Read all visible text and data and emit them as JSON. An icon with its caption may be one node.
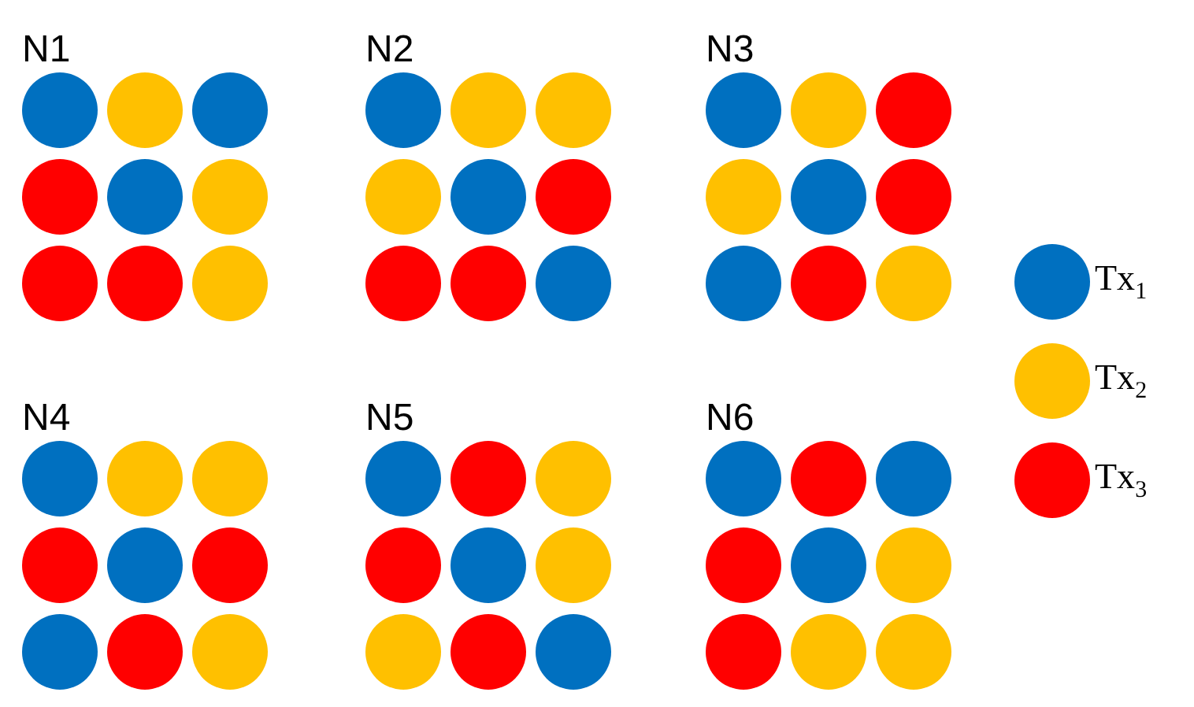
{
  "diagram": {
    "nodes": [
      {
        "text": [
          "N1"
        ]
      },
      {
        "text": [],
        "shape": "circle",
        "in": 0
      },
      {
        "text": [],
        "shape": "circle",
        "in": 0
      },
      {
        "text": [],
        "shape": "circle",
        "in": 0
      },
      {
        "text": [],
        "shape": "circle",
        "in": 0
      },
      {
        "text": [],
        "shape": "circle",
        "in": 0
      },
      {
        "text": [],
        "shape": "circle",
        "in": 0
      },
      {
        "text": [],
        "shape": "circle",
        "in": 0
      },
      {
        "text": [],
        "shape": "circle",
        "in": 0
      },
      {
        "text": [],
        "shape": "circle",
        "in": 0
      },
      {
        "text": [
          "N2"
        ]
      },
      {
        "text": [],
        "shape": "circle",
        "in": 10
      },
      {
        "text": [],
        "shape": "circle",
        "in": 10
      },
      {
        "text": [],
        "shape": "circle",
        "in": 10
      },
      {
        "text": [],
        "shape": "circle",
        "in": 10
      },
      {
        "text": [],
        "shape": "circle",
        "in": 10
      },
      {
        "text": [],
        "shape": "circle",
        "in": 10
      },
      {
        "text": [],
        "shape": "circle",
        "in": 10
      },
      {
        "text": [],
        "shape": "circle",
        "in": 10
      },
      {
        "text": [],
        "shape": "circle",
        "in": 10
      },
      {
        "text": [
          "N3"
        ]
      },
      {
        "text": [],
        "shape": "circle",
        "in": 20
      },
      {
        "text": [],
        "shape": "circle",
        "in": 20
      },
      {
        "text": [],
        "shape": "circle",
        "in": 20
      },
      {
        "text": [],
        "shape": "circle",
        "in": 20
      },
      {
        "text": [],
        "shape": "circle",
        "in": 20
      },
      {
        "text": [],
        "shape": "circle",
        "in": 20
      },
      {
        "text": [],
        "shape": "circle",
        "in": 20
      },
      {
        "text": [],
        "shape": "circle",
        "in": 20
      },
      {
        "text": [],
        "shape": "circle",
        "in": 20
      },
      {
        "text": [
          "N4"
        ]
      },
      {
        "text": [],
        "shape": "circle",
        "in": 30
      },
      {
        "text": [],
        "shape": "circle",
        "in": 30
      },
      {
        "text": [],
        "shape": "circle",
        "in": 30
      },
      {
        "text": [],
        "shape": "circle",
        "in": 30
      },
      {
        "text": [],
        "shape": "circle",
        "in": 30
      },
      {
        "text": [],
        "shape": "circle",
        "in": 30
      },
      {
        "text": [],
        "shape": "circle",
        "in": 30
      },
      {
        "text": [],
        "shape": "circle",
        "in": 30
      },
      {
        "text": [],
        "shape": "circle",
        "in": 30
      },
      {
        "text": [
          "N5"
        ]
      },
      {
        "text": [],
        "shape": "circle",
        "in": 40
      },
      {
        "text": [],
        "shape": "circle",
        "in": 40
      },
      {
        "text": [],
        "shape": "circle",
        "in": 40
      },
      {
        "text": [],
        "shape": "circle",
        "in": 40
      },
      {
        "text": [],
        "shape": "circle",
        "in": 40
      },
      {
        "text": [],
        "shape": "circle",
        "in": 40
      },
      {
        "text": [],
        "shape": "circle",
        "in": 40
      },
      {
        "text": [],
        "shape": "circle",
        "in": 40
      },
      {
        "text": [],
        "shape": "circle",
        "in": 40
      },
      {
        "text": [
          "N6"
        ]
      },
      {
        "text": [],
        "shape": "circle",
        "in": 50
      },
      {
        "text": [],
        "shape": "circle",
        "in": 50
      },
      {
        "text": [],
        "shape": "circle",
        "in": 50
      },
      {
        "text": [],
        "shape": "circle",
        "in": 50
      },
      {
        "text": [],
        "shape": "circle",
        "in": 50
      },
      {
        "text": [],
        "shape": "circle",
        "in": 50
      },
      {
        "text": [],
        "shape": "circle",
        "in": 50
      },
      {
        "text": [],
        "shape": "circle",
        "in": 50
      },
      {
        "text": [],
        "shape": "circle",
        "in": 50
      }
    ],
    "legend": [
      {
        "text": "Tx$_{1}$",
        "color": "#0070c0"
      },
      {
        "text": "Tx$_{2}$",
        "color": "#ffc000"
      },
      {
        "text": "Tx$_{3}$",
        "color": "#ff0000"
      }
    ]
  }
}
